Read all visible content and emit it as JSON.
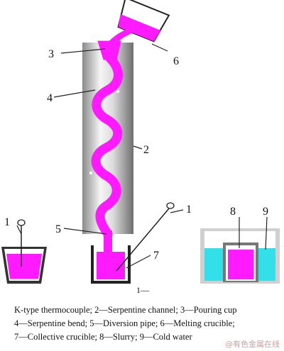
{
  "labels": {
    "n1_left": "1",
    "n1_right": "1",
    "n2": "2",
    "n3": "3",
    "n4": "4",
    "n5": "5",
    "n6": "6",
    "n7": "7",
    "n8": "8",
    "n9": "9"
  },
  "figure_number": "1—",
  "caption": {
    "line1": "K-type thermocouple; 2—Serpentine channel; 3—Pouring cup",
    "line2": "4—Serpentine bend; 5—Diversion pipe; 6—Melting crucible;",
    "line3": "7—Collective crucible; 8—Slurry; 9—Cold water"
  },
  "watermark": "@有色金属在线",
  "colors": {
    "melt": "#ff1aff",
    "water": "#33e0ea",
    "crucible_outline": "#222222",
    "channel_light": "#f4f4f4",
    "channel_dark": "#7a7a7a"
  }
}
